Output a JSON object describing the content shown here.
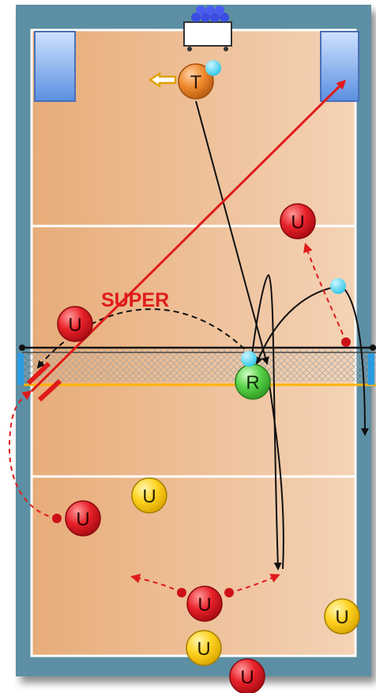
{
  "diagram": {
    "annotation_label": "SUPER",
    "players": [
      {
        "id": "T",
        "label": "T",
        "color": "orange"
      },
      {
        "id": "R",
        "label": "R",
        "color": "green"
      },
      {
        "id": "U1",
        "label": "U",
        "color": "red"
      },
      {
        "id": "U2",
        "label": "U",
        "color": "red"
      },
      {
        "id": "U3",
        "label": "U",
        "color": "red"
      },
      {
        "id": "U4",
        "label": "U",
        "color": "red"
      },
      {
        "id": "U5",
        "label": "U",
        "color": "red"
      },
      {
        "id": "U6",
        "label": "U",
        "color": "yellow"
      },
      {
        "id": "U7",
        "label": "U",
        "color": "yellow"
      },
      {
        "id": "U8",
        "label": "U",
        "color": "yellow"
      }
    ],
    "colors": {
      "court_frame": "#5a8fa3",
      "court_floor": "#f0c8a0",
      "red": "#e8212a",
      "yellow": "#ffd21f",
      "orange": "#f08a2c",
      "green": "#5ad24a",
      "ball": "#34d3ee",
      "net_line": "#ffb400",
      "red_line": "#d11414"
    },
    "icons": [
      "ball-cart-icon",
      "left-arrow-icon",
      "target-zone-icon"
    ]
  }
}
